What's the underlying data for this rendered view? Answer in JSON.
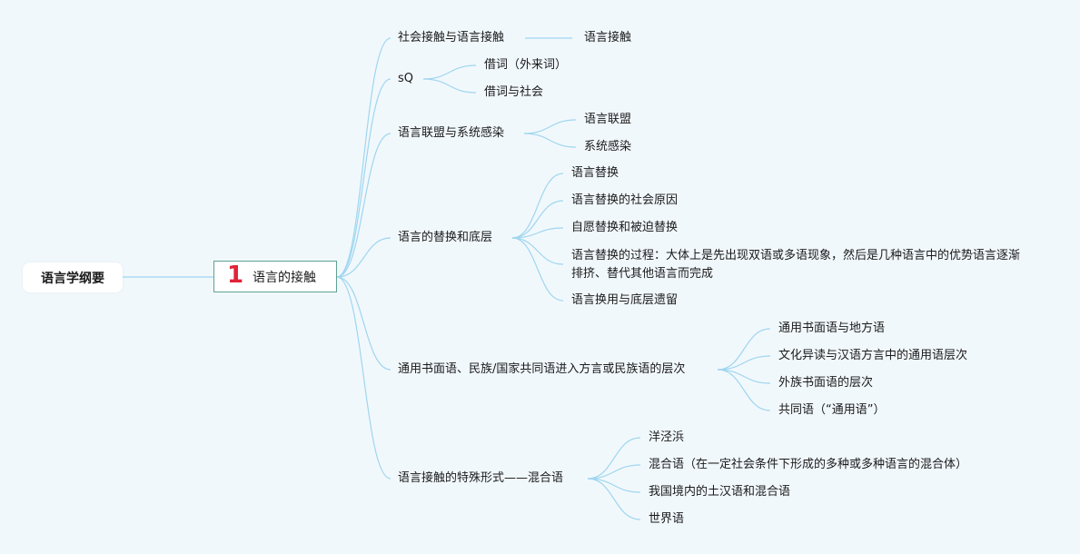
{
  "root": {
    "label": "语言学纲要"
  },
  "chapter": {
    "number": "1",
    "label": "语言的接触"
  },
  "branches": [
    {
      "label": "社会接触与语言接触",
      "children": [
        "语言接触"
      ]
    },
    {
      "label": "sQ",
      "children": [
        "借词（外来词）",
        "借词与社会"
      ]
    },
    {
      "label": "语言联盟与系统感染",
      "children": [
        "语言联盟",
        "系统感染"
      ]
    },
    {
      "label": "语言的替换和底层",
      "children": [
        "语言替换",
        "语言替换的社会原因",
        "自愿替换和被迫替换",
        "语言替换的过程：大体上是先出现双语或多语现象，然后是几种语言中的优势语言逐渐排挤、替代其他语言而完成",
        "语言换用与底层遗留"
      ]
    },
    {
      "label": "通用书面语、民族/国家共同语进入方言或民族语的层次",
      "children": [
        "通用书面语与地方语",
        "文化异读与汉语方言中的通用语层次",
        "外族书面语的层次",
        "共同语（“通用语”）"
      ]
    },
    {
      "label": "语言接触的特殊形式——混合语",
      "children": [
        "洋泾浜",
        "混合语（在一定社会条件下形成的多种或多种语言的混合体）",
        "我国境内的土汉语和混合语",
        "世界语"
      ]
    }
  ],
  "colors": {
    "link": "#9fd6ef",
    "chapter_number": "#e02339",
    "chapter_border": "#5fa291",
    "background": "#f1f8fc"
  }
}
